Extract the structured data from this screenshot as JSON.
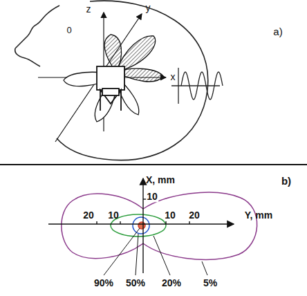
{
  "diagram": {
    "labels": [
      "z",
      "y",
      "0",
      "x",
      "a)",
      "X, mm",
      "10",
      "20",
      "10",
      "10",
      "20",
      "Y, mm",
      "90%",
      "50%",
      "20%",
      "5%",
      "b)"
    ]
  }
}
